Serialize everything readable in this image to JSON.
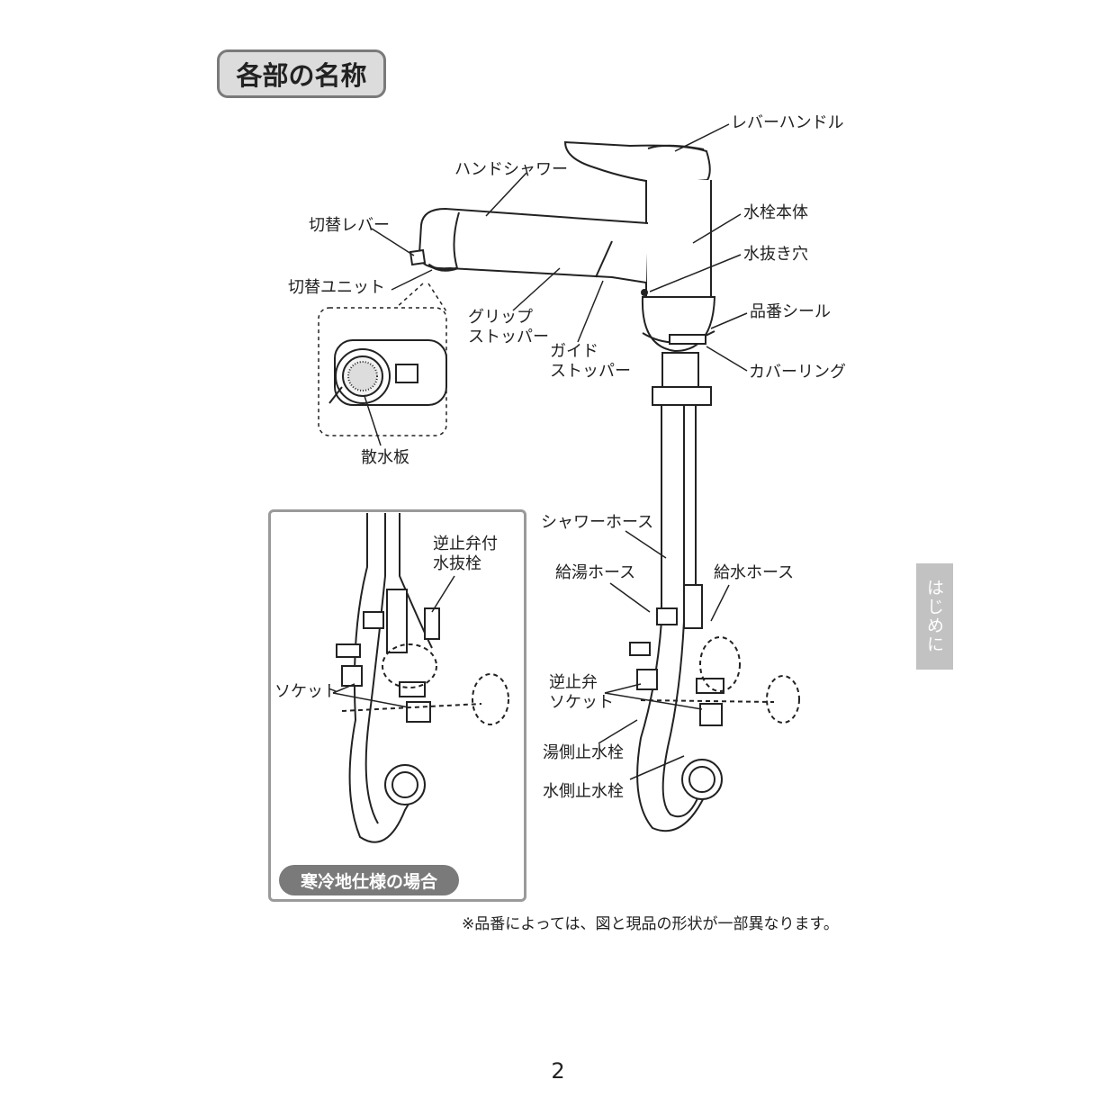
{
  "title": "各部の名称",
  "side_tab": "はじめに",
  "labels": {
    "lever_handle": "レバーハンドル",
    "hand_shower": "ハンドシャワー",
    "switch_lever": "切替レバー",
    "faucet_body": "水栓本体",
    "drain_hole": "水抜き穴",
    "switch_unit": "切替ユニット",
    "grip_stopper": "グリップ\nストッパー",
    "guide_stopper": "ガイド\nストッパー",
    "part_number_seal": "品番シール",
    "cover_ring": "カバーリング",
    "spray_plate": "散水板",
    "shower_hose": "シャワーホース",
    "check_valve_drain_plug": "逆止弁付\n水抜栓",
    "hot_water_hose": "給湯ホース",
    "water_supply_hose": "給水ホース",
    "socket": "ソケット",
    "check_valve_socket": "逆止弁\nソケット",
    "hot_side_stop_valve": "湯側止水栓",
    "water_side_stop_valve": "水側止水栓"
  },
  "cold_region_caption": "寒冷地仕様の場合",
  "note": "※品番によっては、図と現品の形状が一部異なります。",
  "page_number": "2"
}
